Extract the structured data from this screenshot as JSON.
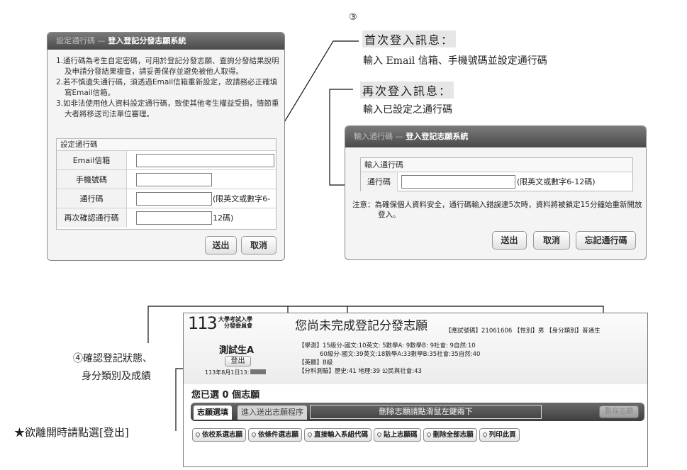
{
  "step3_marker": "③",
  "first_login": {
    "callout_title": "首次登入訊息：",
    "callout_body": "輸入 Email 信箱、手機號碼並設定通行碼",
    "panel": {
      "title_muted": "設定通行碼 —",
      "title": "登入登記分發志願系統",
      "notes": [
        "1.通行碼為考生自定密碼，可用於登記分發志願、查詢分發結果說明及申請分發結果複查，請妥善保存並避免被他人取得。",
        "2.若不慎遺失通行碼，須透過Email信箱重新設定，故請務必正確填寫Email信箱。",
        "3.如非法使用他人資料設定通行碼，致使其他考生權益受損，情節重大者將移送司法單位審理。"
      ],
      "form_caption": "設定通行碼",
      "fields": [
        {
          "label": "Email信箱",
          "value": "",
          "hint": ""
        },
        {
          "label": "手機號碼",
          "value": "",
          "hint": ""
        },
        {
          "label": "通行碼",
          "value": "",
          "hint": "(限英文或數字6-12碼)"
        },
        {
          "label": "再次確認通行碼",
          "value": "",
          "hint": ""
        }
      ],
      "submit": "送出",
      "cancel": "取消"
    }
  },
  "re_login": {
    "callout_title": "再次登入訊息：",
    "callout_body": "輸入已設定之通行碼",
    "panel": {
      "title_muted": "輸入通行碼 —",
      "title": "登入登記志願系統",
      "form_caption": "輸入通行碼",
      "field_label": "通行碼",
      "field_value": "",
      "field_hint": "(限英文或數字6-12碼)",
      "note": "注意：為確保個人資料安全，通行碼輸入錯誤達5次時，資料將被鎖定15分鐘始重新開放登入。",
      "submit": "送出",
      "cancel": "取消",
      "forgot": "忘記通行碼"
    }
  },
  "step4_text_line1": "④確認登記狀態、",
  "step4_text_line2": "身分類別及成績",
  "logout_note": "★欲離開時請點選[登出]",
  "app": {
    "logo_number": "113",
    "logo_org_line1": "大學考試入學",
    "logo_org_line2": "分發委員會",
    "status_title": "您尚未完成登記分發志願",
    "exam_info": "【應試號碼】21061606 【性別】男 【身分類別】普通生",
    "student_name": "測試生A",
    "logout": "登出",
    "login_time": "113年8月1日13:",
    "score_line1": "【學測】15級分-國文:10英文: 5數學A: 9數學B: 9社會: 9自然:10",
    "score_line2": "60級分-國文:39英文:18數學A:33數學B:35社會:35自然:40",
    "score_line3": "【英聽】B級",
    "score_line4": "【分科測驗】歷史:41 地理:39 公民與社會:43",
    "selected_prefix": "您已選",
    "selected_count": "0",
    "selected_suffix": "個志願",
    "tab_active": "志願選填",
    "tab_inactive": "進入送出志願程序",
    "drag_hint": "刪除志願請點滑鼠左鍵兩下",
    "save": "暫存志願",
    "toolbar": [
      "依校系選志願",
      "依條件選志願",
      "直接輸入系組代碼",
      "貼上志願碼",
      "刪除全部志願",
      "列印此頁"
    ]
  }
}
